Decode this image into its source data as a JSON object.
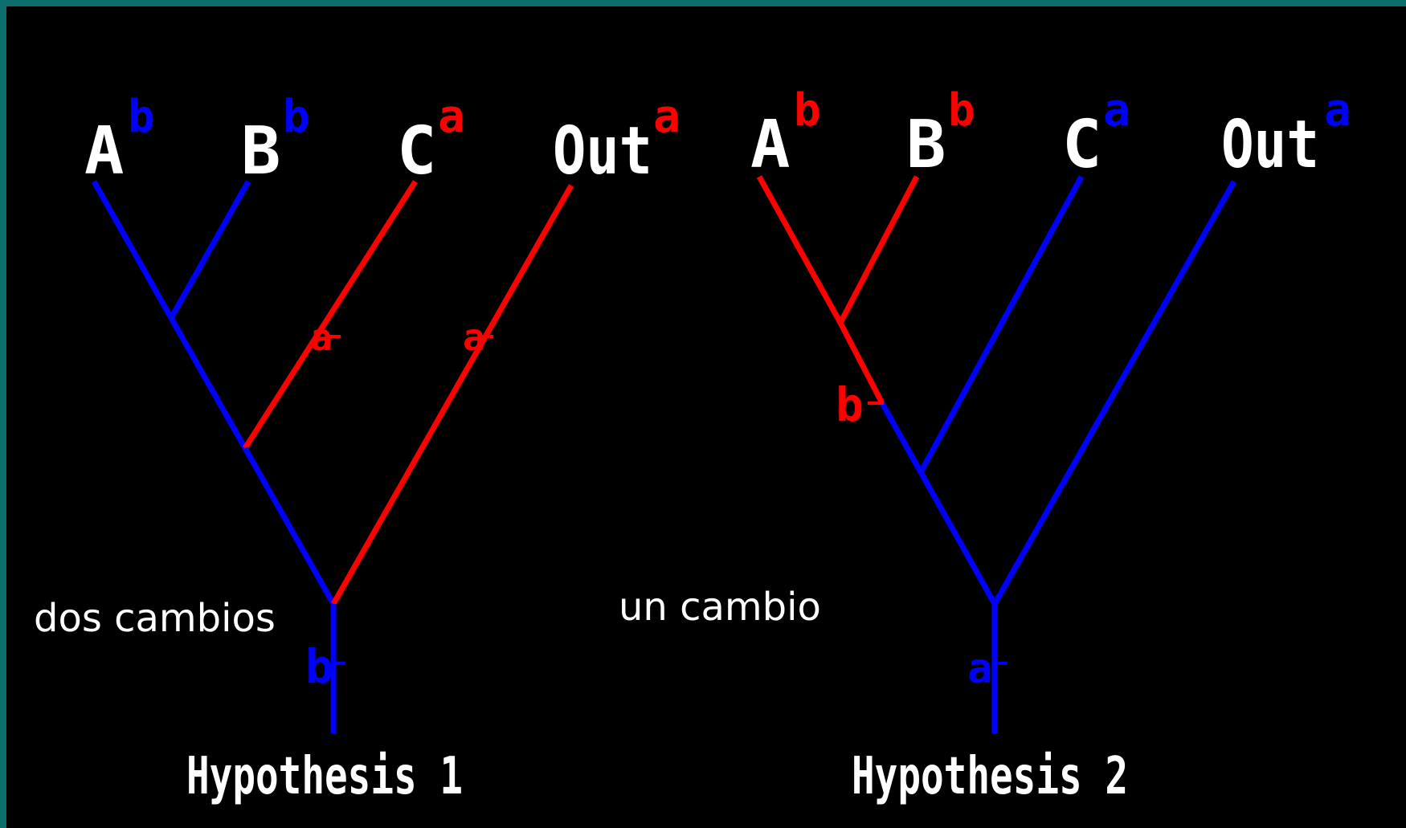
{
  "colors": {
    "frame": "#0d6e6e",
    "background": "#000000",
    "label": "#ffffff",
    "state_a_h1": "#ff0000",
    "state_b_h1": "#0000ff",
    "state_a_h2": "#0000ff",
    "state_b_h2": "#ff0000"
  },
  "hypothesis1": {
    "title": "Hypothesis 1",
    "note": "dos cambios",
    "taxa": [
      {
        "name": "A",
        "state": "b"
      },
      {
        "name": "B",
        "state": "b"
      },
      {
        "name": "C",
        "state": "a"
      },
      {
        "name": "Out",
        "state": "a"
      }
    ],
    "changes": [
      {
        "branch": "C",
        "state": "a"
      },
      {
        "branch": "Out",
        "state": "a"
      },
      {
        "branch": "root",
        "state": "b"
      }
    ]
  },
  "hypothesis2": {
    "title": "Hypothesis 2",
    "note": "un cambio",
    "taxa": [
      {
        "name": "A",
        "state": "b"
      },
      {
        "name": "B",
        "state": "b"
      },
      {
        "name": "C",
        "state": "a"
      },
      {
        "name": "Out",
        "state": "a"
      }
    ],
    "changes": [
      {
        "branch": "AB",
        "state": "b"
      },
      {
        "branch": "root",
        "state": "a"
      }
    ]
  }
}
